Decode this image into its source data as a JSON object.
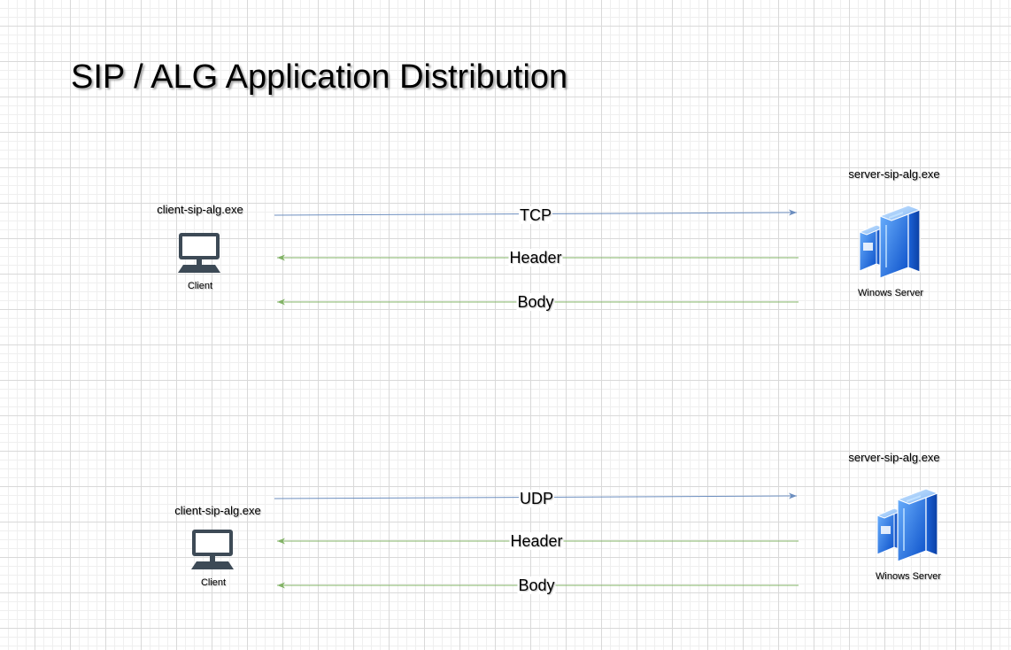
{
  "title": "SIP / ALG Application Distribution",
  "colors": {
    "request_arrow": "#6c8ebf",
    "response_arrow": "#82b366",
    "client_icon": "#3d4a56",
    "server_icon": "#1f6fe0"
  },
  "sections": [
    {
      "client": {
        "exe": "client-sip-alg.exe",
        "label": "Client",
        "icon": "computer-icon"
      },
      "server": {
        "exe": "server-sip-alg.exe",
        "label": "Winows Server",
        "icon": "windows-server-icon"
      },
      "messages": [
        {
          "label": "TCP",
          "direction": "client-to-server"
        },
        {
          "label": "Header",
          "direction": "server-to-client"
        },
        {
          "label": "Body",
          "direction": "server-to-client"
        }
      ]
    },
    {
      "client": {
        "exe": "client-sip-alg.exe",
        "label": "Client",
        "icon": "computer-icon"
      },
      "server": {
        "exe": "server-sip-alg.exe",
        "label": "Winows Server",
        "icon": "windows-server-icon"
      },
      "messages": [
        {
          "label": "UDP",
          "direction": "client-to-server"
        },
        {
          "label": "Header",
          "direction": "server-to-client"
        },
        {
          "label": "Body",
          "direction": "server-to-client"
        }
      ]
    }
  ]
}
